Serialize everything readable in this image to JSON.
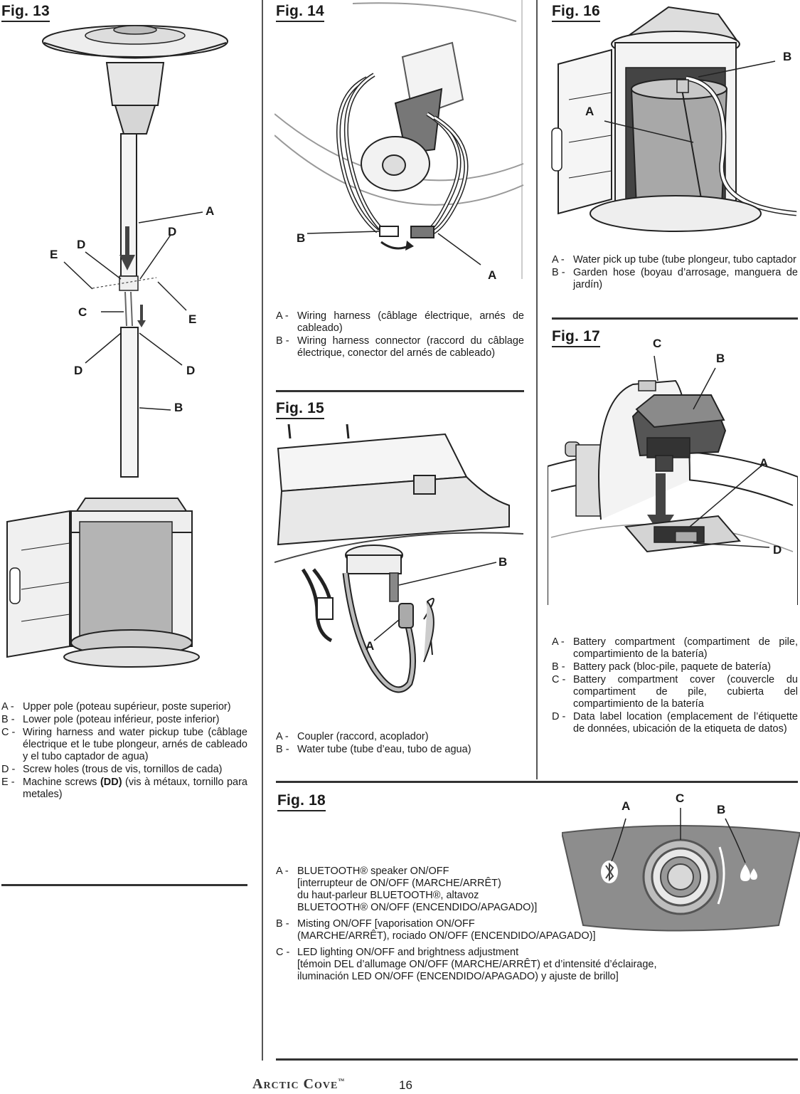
{
  "fig13": {
    "title": "Fig. 13",
    "labels": [
      "A",
      "D",
      "D",
      "E",
      "C",
      "E",
      "D",
      "D",
      "B"
    ],
    "items": [
      {
        "key": "A -",
        "text": "Upper pole (poteau supérieur, poste superior)"
      },
      {
        "key": "B -",
        "text": "Lower pole (poteau inférieur, poste inferior)"
      },
      {
        "key": "C -",
        "text": "Wiring harness and water pickup tube (câblage électrique et le tube plongeur, arnés de cableado y el tubo captador de agua)"
      },
      {
        "key": "D -",
        "text": "Screw holes (trous de vis, tornillos de cada)"
      },
      {
        "key": "E -",
        "text_pre": "Machine screws ",
        "text_bold": "(DD)",
        "text_post": " (vis à métaux, tornillo para metales)"
      }
    ]
  },
  "fig14": {
    "title": "Fig. 14",
    "labels": [
      "B",
      "A"
    ],
    "items": [
      {
        "key": "A -",
        "text": "Wiring harness (câblage électrique, arnés de cableado)"
      },
      {
        "key": "B -",
        "text": "Wiring harness connector (raccord du câblage électrique, conector del arnés de cableado)"
      }
    ]
  },
  "fig15": {
    "title": "Fig. 15",
    "labels": [
      "B",
      "A"
    ],
    "items": [
      {
        "key": "A -",
        "text": "Coupler (raccord, acoplador)"
      },
      {
        "key": "B -",
        "text": "Water tube  (tube d’eau, tubo de agua)"
      }
    ]
  },
  "fig16": {
    "title": "Fig. 16",
    "labels": [
      "B",
      "A"
    ],
    "items": [
      {
        "key": "A -",
        "text": "Water pick up tube (tube plongeur, tubo captador"
      },
      {
        "key": "B -",
        "text": "Garden hose  (boyau d’arrosage, manguera de jardín)"
      }
    ]
  },
  "fig17": {
    "title": "Fig. 17",
    "labels": [
      "C",
      "B",
      "A",
      "D"
    ],
    "items": [
      {
        "key": "A -",
        "text": "Battery compartment (compartiment de pile, compartimiento de la batería)"
      },
      {
        "key": "B -",
        "text": "Battery pack (bloc-pile, paquete de batería)"
      },
      {
        "key": "C -",
        "text": "Battery compartment cover  (couvercle du compartiment de pile, cubierta del compartimiento de la batería"
      },
      {
        "key": "D -",
        "text": "Data label location (emplacement de l’étiquette de données, ubicación de la etiqueta de datos)"
      }
    ]
  },
  "fig18": {
    "title": "Fig. 18",
    "labels": [
      "A",
      "C",
      "B"
    ],
    "items": [
      {
        "key": "A -",
        "lines": [
          "BLUETOOTH® speaker ON/OFF",
          "[interrupteur de ON/OFF (MARCHE/ARRÊT)",
          "du haut-parleur BLUETOOTH®, altavoz",
          "BLUETOOTH® ON/OFF (ENCENDIDO/APAGADO)]"
        ]
      },
      {
        "key": "B -",
        "lines": [
          "Misting ON/OFF [vaporisation ON/OFF",
          "(MARCHE/ARRÊT), rociado ON/OFF (ENCENDIDO/APAGADO)]"
        ]
      },
      {
        "key": "C -",
        "lines": [
          "LED lighting ON/OFF and brightness adjustment",
          "[témoin DEL d’allumage ON/OFF (MARCHE/ARRÊT) et d’intensité d’éclairage,",
          "iluminación LED ON/OFF (ENCENDIDO/APAGADO) y ajuste de brillo]"
        ]
      }
    ]
  },
  "footer": {
    "brand": "Arctic Cove",
    "tm": "™",
    "page": "16"
  }
}
